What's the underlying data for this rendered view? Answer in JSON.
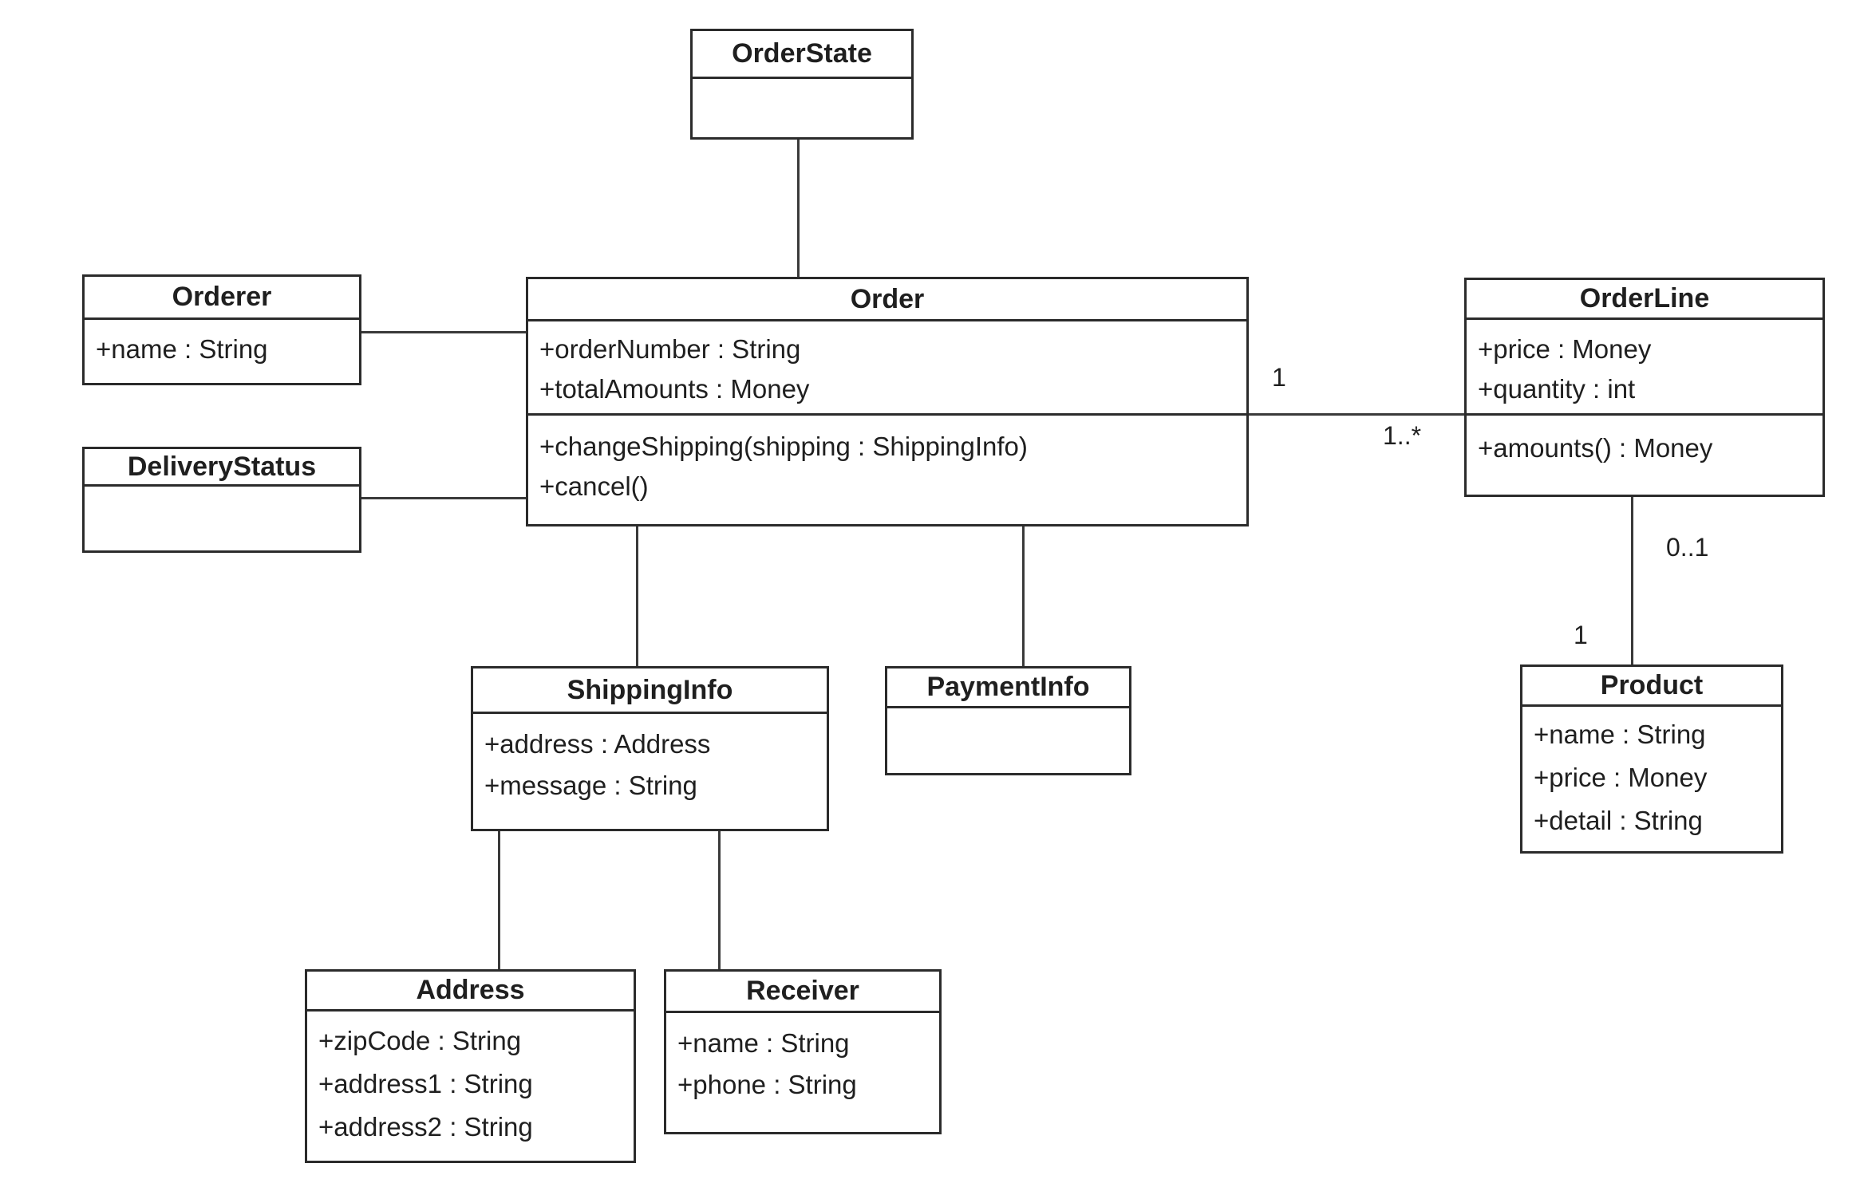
{
  "diagram": {
    "kind": "uml-class-diagram",
    "background_color": "#ffffff",
    "line_color": "#2b2b2b",
    "text_color": "#1f1f1f"
  },
  "classes": [
    {
      "name": "OrderState",
      "attributes": [],
      "operations": []
    },
    {
      "name": "Orderer",
      "attributes": [
        "+name : String"
      ],
      "operations": []
    },
    {
      "name": "DeliveryStatus",
      "attributes": [],
      "operations": []
    },
    {
      "name": "Order",
      "attributes": [
        "+orderNumber : String",
        "+totalAmounts : Money"
      ],
      "operations": [
        "+changeShipping(shipping : ShippingInfo)",
        "+cancel()"
      ]
    },
    {
      "name": "OrderLine",
      "attributes": [
        "+price : Money",
        "+quantity : int"
      ],
      "operations": [
        "+amounts() : Money"
      ]
    },
    {
      "name": "ShippingInfo",
      "attributes": [
        "+address : Address",
        "+message : String"
      ],
      "operations": []
    },
    {
      "name": "PaymentInfo",
      "attributes": [],
      "operations": []
    },
    {
      "name": "Product",
      "attributes": [
        "+name : String",
        "+price : Money",
        "+detail : String"
      ],
      "operations": []
    },
    {
      "name": "Address",
      "attributes": [
        "+zipCode : String",
        "+address1 : String",
        "+address2 : String"
      ],
      "operations": []
    },
    {
      "name": "Receiver",
      "attributes": [
        "+name : String",
        "+phone : String"
      ],
      "operations": []
    }
  ],
  "associations": [
    {
      "from": "OrderState",
      "to": "Order"
    },
    {
      "from": "Orderer",
      "to": "Order"
    },
    {
      "from": "DeliveryStatus",
      "to": "Order"
    },
    {
      "from": "Order",
      "to": "OrderLine",
      "from_multiplicity": "1",
      "to_multiplicity": "1..*"
    },
    {
      "from": "OrderLine",
      "to": "Product",
      "from_multiplicity": "0..1",
      "to_multiplicity": "1"
    },
    {
      "from": "Order",
      "to": "ShippingInfo"
    },
    {
      "from": "Order",
      "to": "PaymentInfo"
    },
    {
      "from": "ShippingInfo",
      "to": "Address"
    },
    {
      "from": "ShippingInfo",
      "to": "Receiver"
    }
  ]
}
